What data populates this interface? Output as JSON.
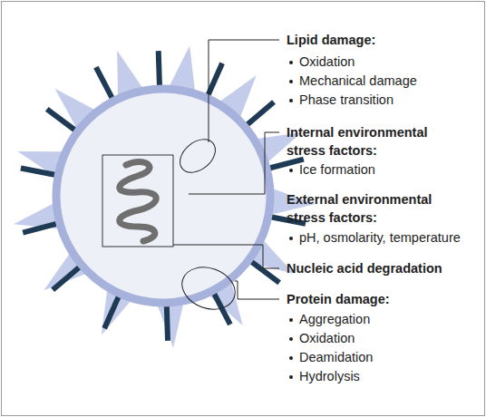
{
  "diagram": {
    "labels": [
      "Lipid damage:",
      "Oxidation",
      "Mechanical damage",
      "Phase transition",
      "Internal environmental stress factors:",
      "Ice formation",
      "External environmental stress factors:",
      "pH, osmolarity, temperature",
      "Nucleic acid degradation",
      "Protein damage:",
      "Aggregation",
      "Oxidation",
      "Deamidation",
      "Hydrolysis"
    ]
  }
}
